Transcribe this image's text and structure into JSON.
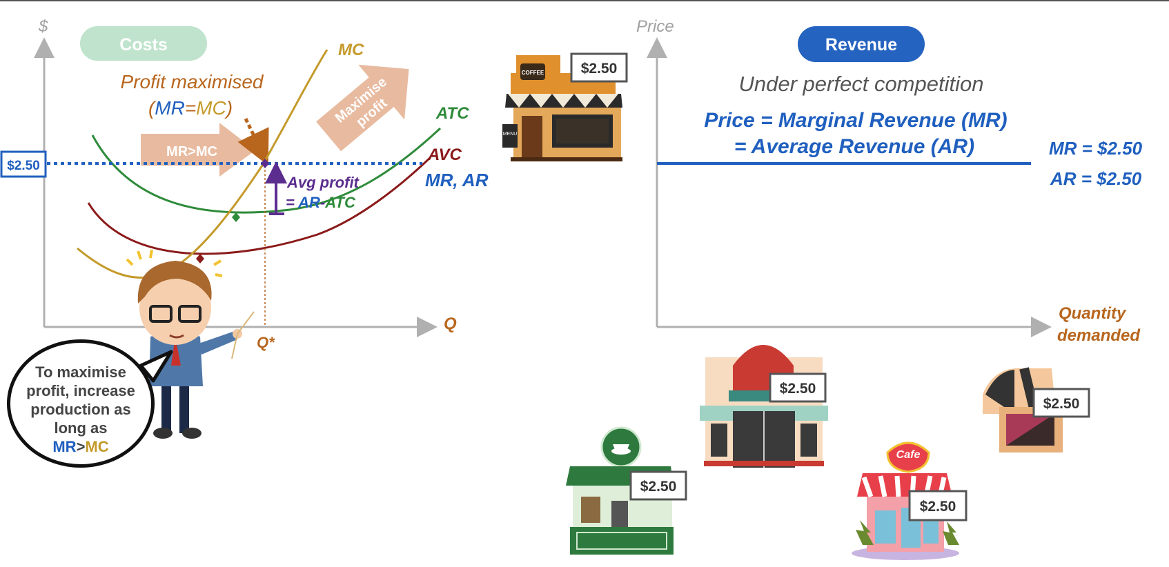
{
  "left": {
    "y_axis_label": "$",
    "x_axis_label": "Q",
    "costs_badge": "Costs",
    "profit_title": "Profit maximised",
    "profit_rule": {
      "open": "(",
      "mr": "MR",
      "eq": "=",
      "mc": "MC",
      "close": ")"
    },
    "price_label": "$2.50",
    "mr_mc_arrow": "MR>MC",
    "maximise_arrow": [
      "Maximise",
      "profit"
    ],
    "curve_mc": "MC",
    "curve_atc": "ATC",
    "curve_avc": "AVC",
    "curve_mr_ar": "MR, AR",
    "avg_profit_1": "Avg profit",
    "avg_profit_2": {
      "eq": "= ",
      "ar": "AR",
      "dash": "-",
      "atc": "ATC"
    },
    "q_star": "Q*",
    "bubble": {
      "line1": "To maximise",
      "line2": "profit, increase",
      "line3": "production as",
      "line4": "long as",
      "mr": "MR",
      "gt": ">",
      "mc": "MC"
    }
  },
  "right": {
    "y_axis_label": "Price",
    "x_axis_label_1": "Quantity",
    "x_axis_label_2": "demanded",
    "revenue_badge": "Revenue",
    "subtitle": "Under perfect competition",
    "eq_line1": "Price = Marginal Revenue (MR)",
    "eq_line2": "= Average Revenue (AR)",
    "mr_value": "MR = $2.50",
    "ar_value": "AR = $2.50"
  },
  "shops": {
    "coffee_shop_price": "$2.50",
    "teal_shop_price": "$2.50",
    "kiosk_price": "$2.50",
    "green_cafe_price": "$2.50",
    "pink_cafe_price": "$2.50",
    "coffee_sign": "COFFEE",
    "menu_sign": "MENU",
    "cafe_sign": "Cafe"
  },
  "colors": {
    "mc": "#c49a2a",
    "atc": "#2e8b3a",
    "avc": "#8b1a1a",
    "mr": "#1f5fbf",
    "orange": "#b8661e",
    "purple": "#5b2d8e",
    "axis": "#b0b0b0",
    "costs_badge": "#bfe3cc",
    "revenue_badge": "#2563c0"
  }
}
